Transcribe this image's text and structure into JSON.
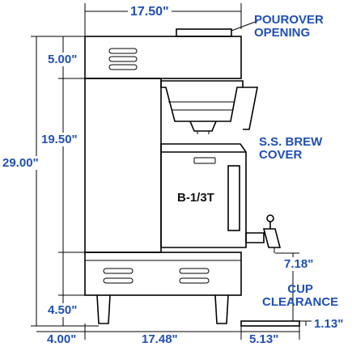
{
  "dimensions": {
    "width_top": "17.50\"",
    "top_section": "5.00\"",
    "mid_section": "19.50\"",
    "overall_height": "29.00\"",
    "bottom_section": "4.50\"",
    "foot_depth": "4.00\"",
    "base_width": "17.48\"",
    "faucet_offset": "5.13\"",
    "cup_clearance": "7.18\"",
    "drip_tray": "1.13\""
  },
  "callouts": {
    "pourover_line1": "POUROVER",
    "pourover_line2": "OPENING",
    "brew_cover_line1": "S.S. BREW",
    "brew_cover_line2": "COVER",
    "cup_line1": "CUP",
    "cup_line2": "CLEARANCE"
  },
  "server_label": "B-1/3T",
  "colors": {
    "label": "#1f4fb6",
    "line": "#000000",
    "background": "#ffffff"
  }
}
